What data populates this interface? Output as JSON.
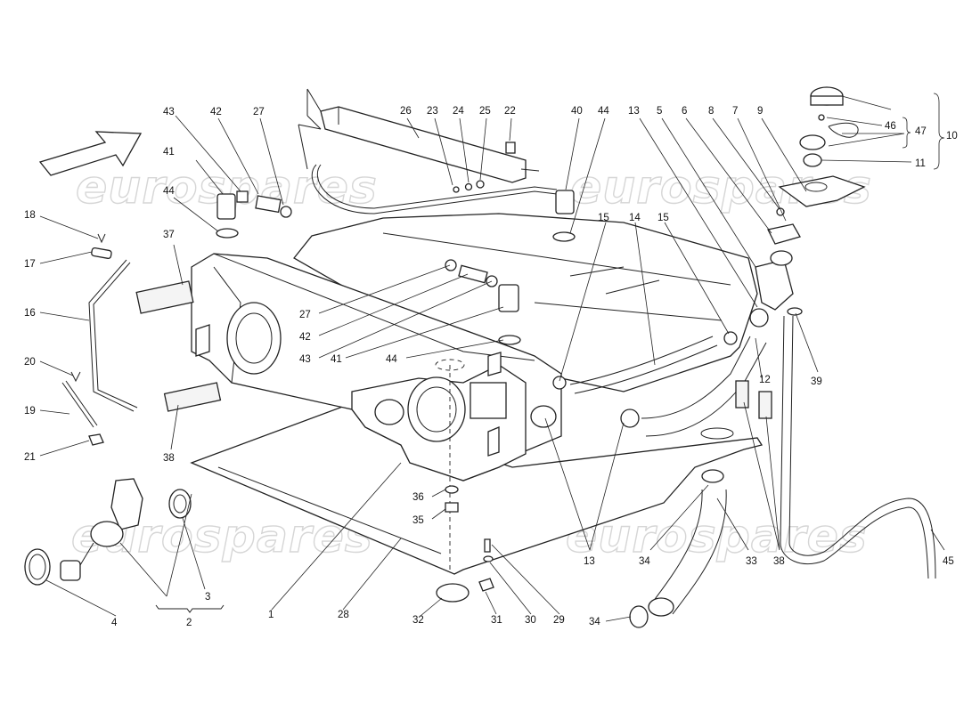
{
  "watermark": "eurospares",
  "callouts": [
    {
      "id": "c43a",
      "text": "43"
    },
    {
      "id": "c42a",
      "text": "42"
    },
    {
      "id": "c27a",
      "text": "27"
    },
    {
      "id": "c41a",
      "text": "41"
    },
    {
      "id": "c44a",
      "text": "44"
    },
    {
      "id": "c26",
      "text": "26"
    },
    {
      "id": "c23",
      "text": "23"
    },
    {
      "id": "c24",
      "text": "24"
    },
    {
      "id": "c25",
      "text": "25"
    },
    {
      "id": "c22",
      "text": "22"
    },
    {
      "id": "c40",
      "text": "40"
    },
    {
      "id": "c44b",
      "text": "44"
    },
    {
      "id": "c13a",
      "text": "13"
    },
    {
      "id": "c5",
      "text": "5"
    },
    {
      "id": "c6",
      "text": "6"
    },
    {
      "id": "c8",
      "text": "8"
    },
    {
      "id": "c7",
      "text": "7"
    },
    {
      "id": "c9",
      "text": "9"
    },
    {
      "id": "c46",
      "text": "46"
    },
    {
      "id": "c47",
      "text": "47"
    },
    {
      "id": "c10",
      "text": "10"
    },
    {
      "id": "c11",
      "text": "11"
    },
    {
      "id": "c18",
      "text": "18"
    },
    {
      "id": "c17",
      "text": "17"
    },
    {
      "id": "c37",
      "text": "37"
    },
    {
      "id": "c16",
      "text": "16"
    },
    {
      "id": "c20",
      "text": "20"
    },
    {
      "id": "c19",
      "text": "19"
    },
    {
      "id": "c21",
      "text": "21"
    },
    {
      "id": "c38a",
      "text": "38"
    },
    {
      "id": "c27b",
      "text": "27"
    },
    {
      "id": "c42b",
      "text": "42"
    },
    {
      "id": "c43b",
      "text": "43"
    },
    {
      "id": "c41b",
      "text": "41"
    },
    {
      "id": "c44c",
      "text": "44"
    },
    {
      "id": "c15a",
      "text": "15"
    },
    {
      "id": "c14",
      "text": "14"
    },
    {
      "id": "c15b",
      "text": "15"
    },
    {
      "id": "c12",
      "text": "12"
    },
    {
      "id": "c39",
      "text": "39"
    },
    {
      "id": "c36",
      "text": "36"
    },
    {
      "id": "c35",
      "text": "35"
    },
    {
      "id": "c13b",
      "text": "13"
    },
    {
      "id": "c34a",
      "text": "34"
    },
    {
      "id": "c33",
      "text": "33"
    },
    {
      "id": "c38b",
      "text": "38"
    },
    {
      "id": "c45",
      "text": "45"
    },
    {
      "id": "c3",
      "text": "3"
    },
    {
      "id": "c4",
      "text": "4"
    },
    {
      "id": "c2",
      "text": "2"
    },
    {
      "id": "c1",
      "text": "1"
    },
    {
      "id": "c28",
      "text": "28"
    },
    {
      "id": "c32",
      "text": "32"
    },
    {
      "id": "c31",
      "text": "31"
    },
    {
      "id": "c30",
      "text": "30"
    },
    {
      "id": "c29",
      "text": "29"
    },
    {
      "id": "c34b",
      "text": "34"
    }
  ]
}
